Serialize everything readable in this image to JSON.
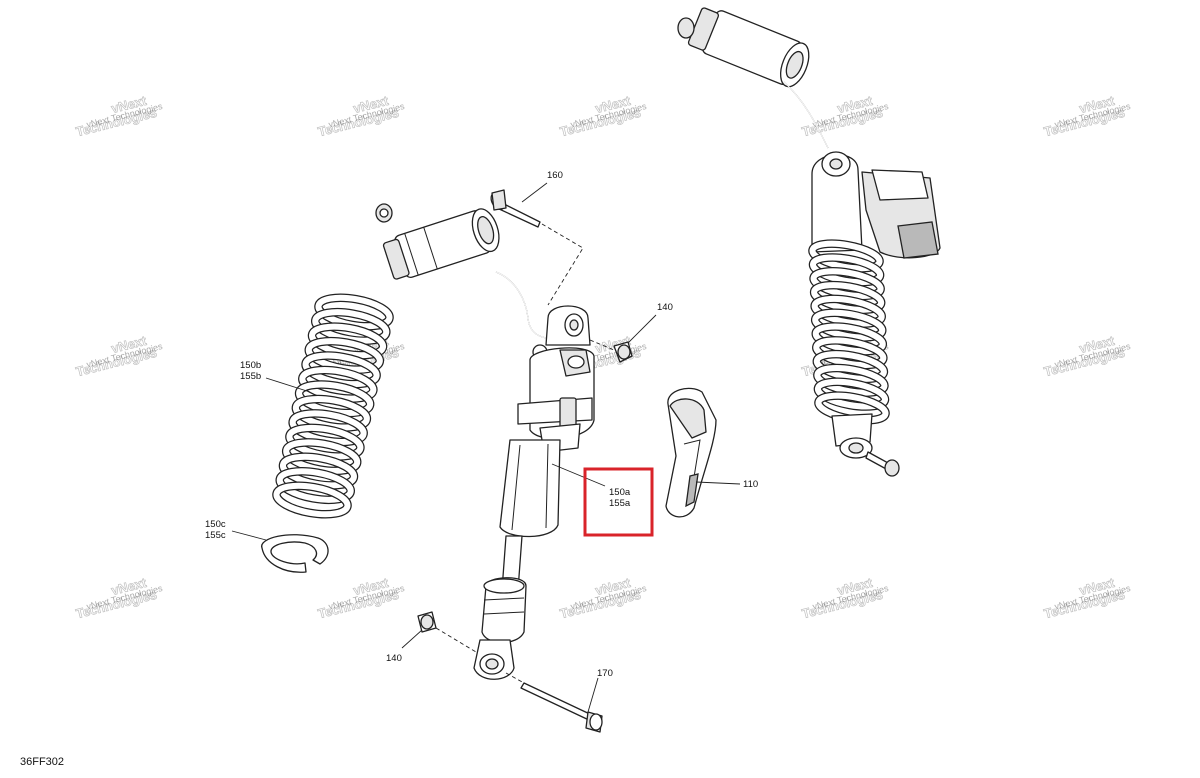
{
  "callouts": {
    "c160": "160",
    "c140_top": "140",
    "c150b": "150b",
    "c155b": "155b",
    "c150c": "150c",
    "c155c": "155c",
    "c150a": "150a",
    "c155a": "155a",
    "c110": "110",
    "c140_bottom": "140",
    "c170": "170"
  },
  "watermark": {
    "line1": "vNext",
    "line2": "Technologies",
    "small": "vNext Technologies"
  },
  "figure_ref": "36FF302",
  "highlight": {
    "color": "#d9232a",
    "target": "150a / 155a"
  }
}
